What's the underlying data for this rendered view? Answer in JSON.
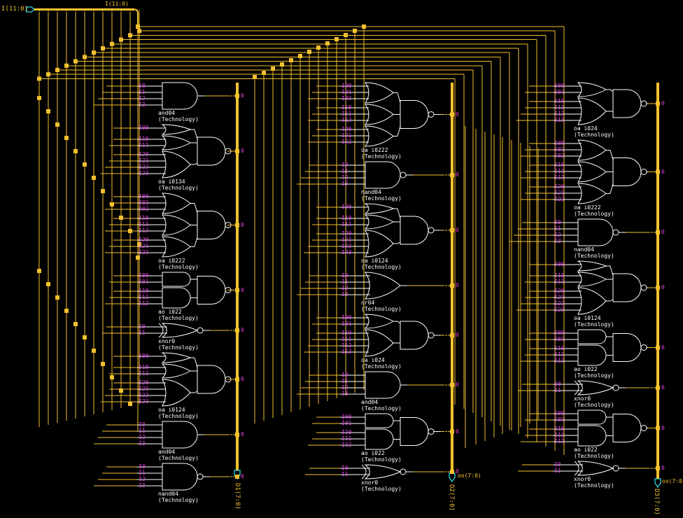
{
  "colors": {
    "wire": "#f2c12e",
    "gate": "#ffffff",
    "pin": "#e040e0",
    "port": "#33d6e6",
    "bg": "#000000"
  },
  "input_port": {
    "name": "I(11:0)",
    "bus_label": "I(11:0)",
    "icon": "input-port-icon"
  },
  "output_ports": [
    {
      "name": "D1(7:0)",
      "icon": "output-port-icon"
    },
    {
      "name": "D2(7:0)",
      "icon": "output-port-icon",
      "side_label": "oo(7:0)"
    },
    {
      "name": "D3(7:0)",
      "icon": "output-port-icon",
      "side_label": "oo(7:0)"
    }
  ],
  "technology_label": "(Technology)",
  "columns": [
    {
      "id": "col1",
      "gates": [
        {
          "type": "and",
          "inst": "and04",
          "pins": [
            "I0",
            "I1",
            "I2",
            "I3"
          ],
          "out": "0"
        },
        {
          "type": "oai",
          "inst": "oa i0134",
          "groups": [
            [
              "I00"
            ],
            [
              "I10",
              "I11"
            ],
            [
              "I20",
              "I21",
              "I22",
              "I23"
            ]
          ],
          "out": "0"
        },
        {
          "type": "oai",
          "inst": "oa i0222",
          "groups": [
            [
              "I00",
              "I01",
              "I02"
            ],
            [
              "I10",
              "I11",
              "I12"
            ],
            [
              "I20",
              "I21",
              "I22"
            ]
          ],
          "out": "0"
        },
        {
          "type": "aoi",
          "inst": "ao i022",
          "groups": [
            [
              "I00",
              "I01"
            ],
            [
              "I10",
              "I11",
              "I12"
            ]
          ],
          "out": "0"
        },
        {
          "type": "xnor",
          "inst": "xnor0",
          "pins": [
            "I0",
            "I1"
          ],
          "out": "0"
        },
        {
          "type": "oai",
          "inst": "oa i0124",
          "groups": [
            [
              "I00"
            ],
            [
              "I10",
              "I11"
            ],
            [
              "I20",
              "I21",
              "I22",
              "I23"
            ]
          ],
          "out": "0"
        },
        {
          "type": "and",
          "inst": "and04",
          "pins": [
            "I0",
            "I1",
            "I2",
            "I3"
          ],
          "out": "0"
        },
        {
          "type": "nand",
          "inst": "nand04",
          "pins": [
            "I0",
            "I1",
            "I2",
            "I3"
          ],
          "out": "0"
        }
      ]
    },
    {
      "id": "col2",
      "gates": [
        {
          "type": "oai",
          "inst": "oa i0222",
          "groups": [
            [
              "I00",
              "I01",
              "I02"
            ],
            [
              "I10",
              "I11",
              "I12"
            ],
            [
              "I20",
              "I21",
              "I22"
            ]
          ],
          "out": "0"
        },
        {
          "type": "nand",
          "inst": "nand04",
          "pins": [
            "I0",
            "I1",
            "I2",
            "I3"
          ],
          "out": "0"
        },
        {
          "type": "oai",
          "inst": "oa i0124",
          "groups": [
            [
              "I00"
            ],
            [
              "I10",
              "I11"
            ],
            [
              "I20",
              "I21",
              "I22",
              "I23"
            ]
          ],
          "out": "0"
        },
        {
          "type": "or",
          "inst": "or04",
          "pins": [
            "I0",
            "I1",
            "I2",
            "I3"
          ],
          "out": "0"
        },
        {
          "type": "oai",
          "inst": "oa i024",
          "groups": [
            [
              "I00",
              "I01"
            ],
            [
              "I10",
              "I11",
              "I12",
              "I13"
            ]
          ],
          "out": "0"
        },
        {
          "type": "and",
          "inst": "and04",
          "pins": [
            "I0",
            "I1",
            "I2",
            "I3"
          ],
          "out": "0"
        },
        {
          "type": "aoi",
          "inst": "ao i022",
          "groups": [
            [
              "I00",
              "I01"
            ],
            [
              "I10",
              "I11",
              "I12"
            ]
          ],
          "out": "0"
        },
        {
          "type": "xnor",
          "inst": "xnor0",
          "pins": [
            "I0",
            "I1"
          ],
          "out": "0"
        }
      ]
    },
    {
      "id": "col3",
      "gates": [
        {
          "type": "oai",
          "inst": "oa i024",
          "groups": [
            [
              "I00",
              "I01"
            ],
            [
              "I10",
              "I11",
              "I12",
              "I13"
            ]
          ],
          "out": "0"
        },
        {
          "type": "oai",
          "inst": "oa i0222",
          "groups": [
            [
              "I00",
              "I01",
              "I02"
            ],
            [
              "I10",
              "I11",
              "I12"
            ],
            [
              "I20",
              "I21",
              "I22"
            ]
          ],
          "out": "0"
        },
        {
          "type": "nand",
          "inst": "nand04",
          "pins": [
            "I0",
            "I1",
            "I2",
            "I3"
          ],
          "out": "0"
        },
        {
          "type": "oai",
          "inst": "oa i0124",
          "groups": [
            [
              "I00"
            ],
            [
              "I10",
              "I11"
            ],
            [
              "I20",
              "I21",
              "I22",
              "I23"
            ]
          ],
          "out": "0"
        },
        {
          "type": "aoi",
          "inst": "ao i022",
          "groups": [
            [
              "I00",
              "I01"
            ],
            [
              "I10",
              "I11",
              "I12"
            ]
          ],
          "out": "0"
        },
        {
          "type": "xnor",
          "inst": "xnor0",
          "pins": [
            "I0",
            "I1"
          ],
          "out": "0"
        },
        {
          "type": "aoi",
          "inst": "ao i022",
          "groups": [
            [
              "I00",
              "I01"
            ],
            [
              "I10",
              "I11",
              "I12"
            ]
          ],
          "out": "0"
        },
        {
          "type": "xnor",
          "inst": "xnor0",
          "pins": [
            "I0",
            "I1"
          ],
          "out": "0"
        }
      ]
    }
  ]
}
